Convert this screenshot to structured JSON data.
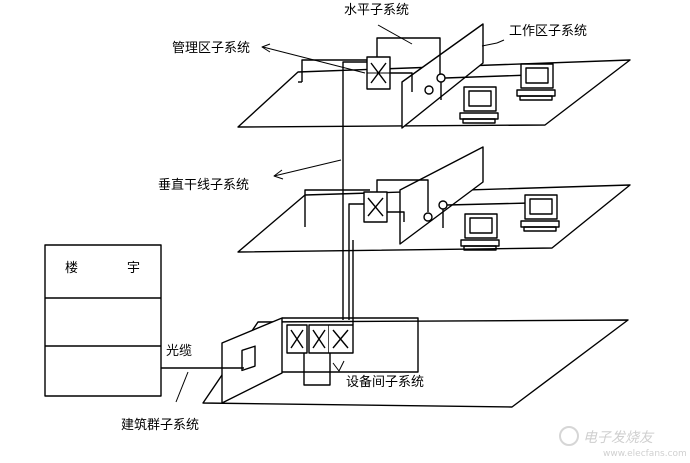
{
  "labels": {
    "horizontal": "水平子系统",
    "work_area": "工作区子系统",
    "admin": "管理区子系统",
    "backbone": "垂直干线子系统",
    "building_char1": "楼",
    "building_char2": "宇",
    "cable": "光缆",
    "equipment_room": "设备间子系统",
    "campus": "建筑群子系统"
  },
  "watermark": {
    "brand": "电子发烧友",
    "url": "www.elecfans.com"
  }
}
